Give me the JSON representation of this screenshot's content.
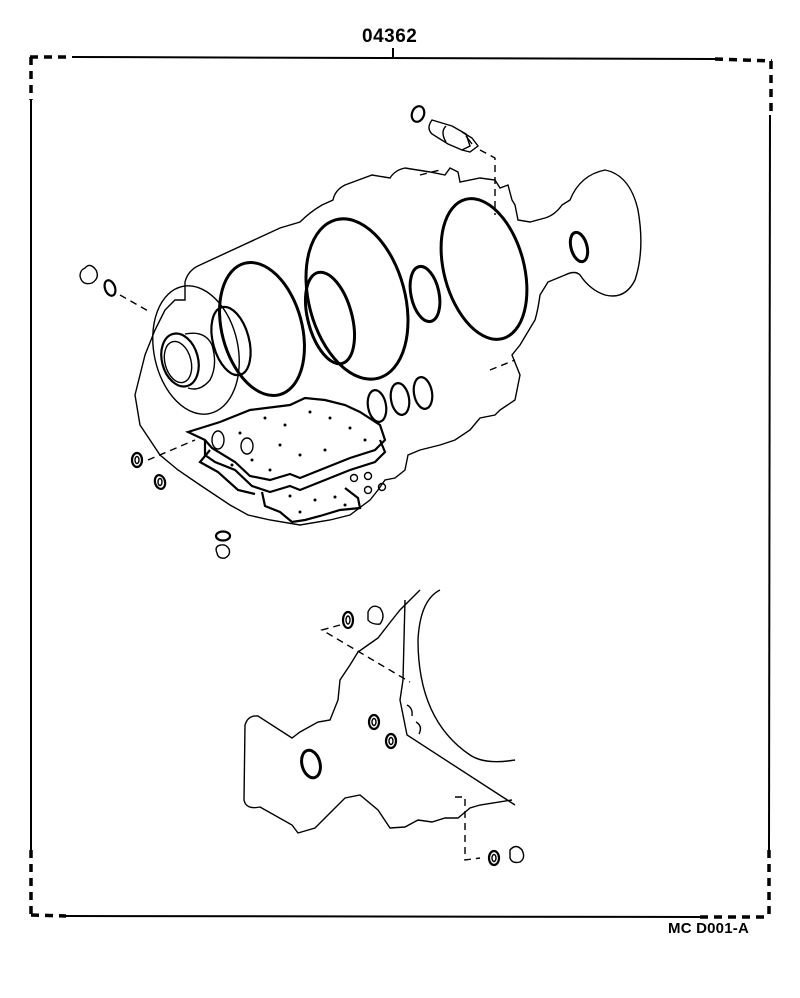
{
  "diagram": {
    "kit_part_number": "04362",
    "drawing_code": "MC D001-A",
    "line_color": "#000000",
    "background_color": "#ffffff",
    "description": "Exploded parts diagram of transmission gasket / overhaul kit",
    "parts": [
      {
        "name": "speedometer-driven-gear-sleeve",
        "group": "upper"
      },
      {
        "name": "sleeve-o-ring",
        "group": "upper"
      },
      {
        "name": "transmission-case-outline",
        "group": "upper"
      },
      {
        "name": "front-oil-seal",
        "group": "upper"
      },
      {
        "name": "large-o-ring-1",
        "group": "upper"
      },
      {
        "name": "large-o-ring-2",
        "group": "upper"
      },
      {
        "name": "large-o-ring-3",
        "group": "upper"
      },
      {
        "name": "medium-o-ring",
        "group": "upper"
      },
      {
        "name": "small-o-rings-set",
        "group": "upper"
      },
      {
        "name": "valve-body-gaskets",
        "group": "upper"
      },
      {
        "name": "check-balls",
        "group": "upper"
      },
      {
        "name": "plug-and-o-ring-left",
        "group": "upper"
      },
      {
        "name": "side-seals",
        "group": "upper"
      },
      {
        "name": "extension-housing-outline",
        "group": "lower"
      },
      {
        "name": "extension-gasket-o-ring",
        "group": "lower"
      },
      {
        "name": "lower-plugs-and-seals",
        "group": "lower"
      }
    ]
  }
}
